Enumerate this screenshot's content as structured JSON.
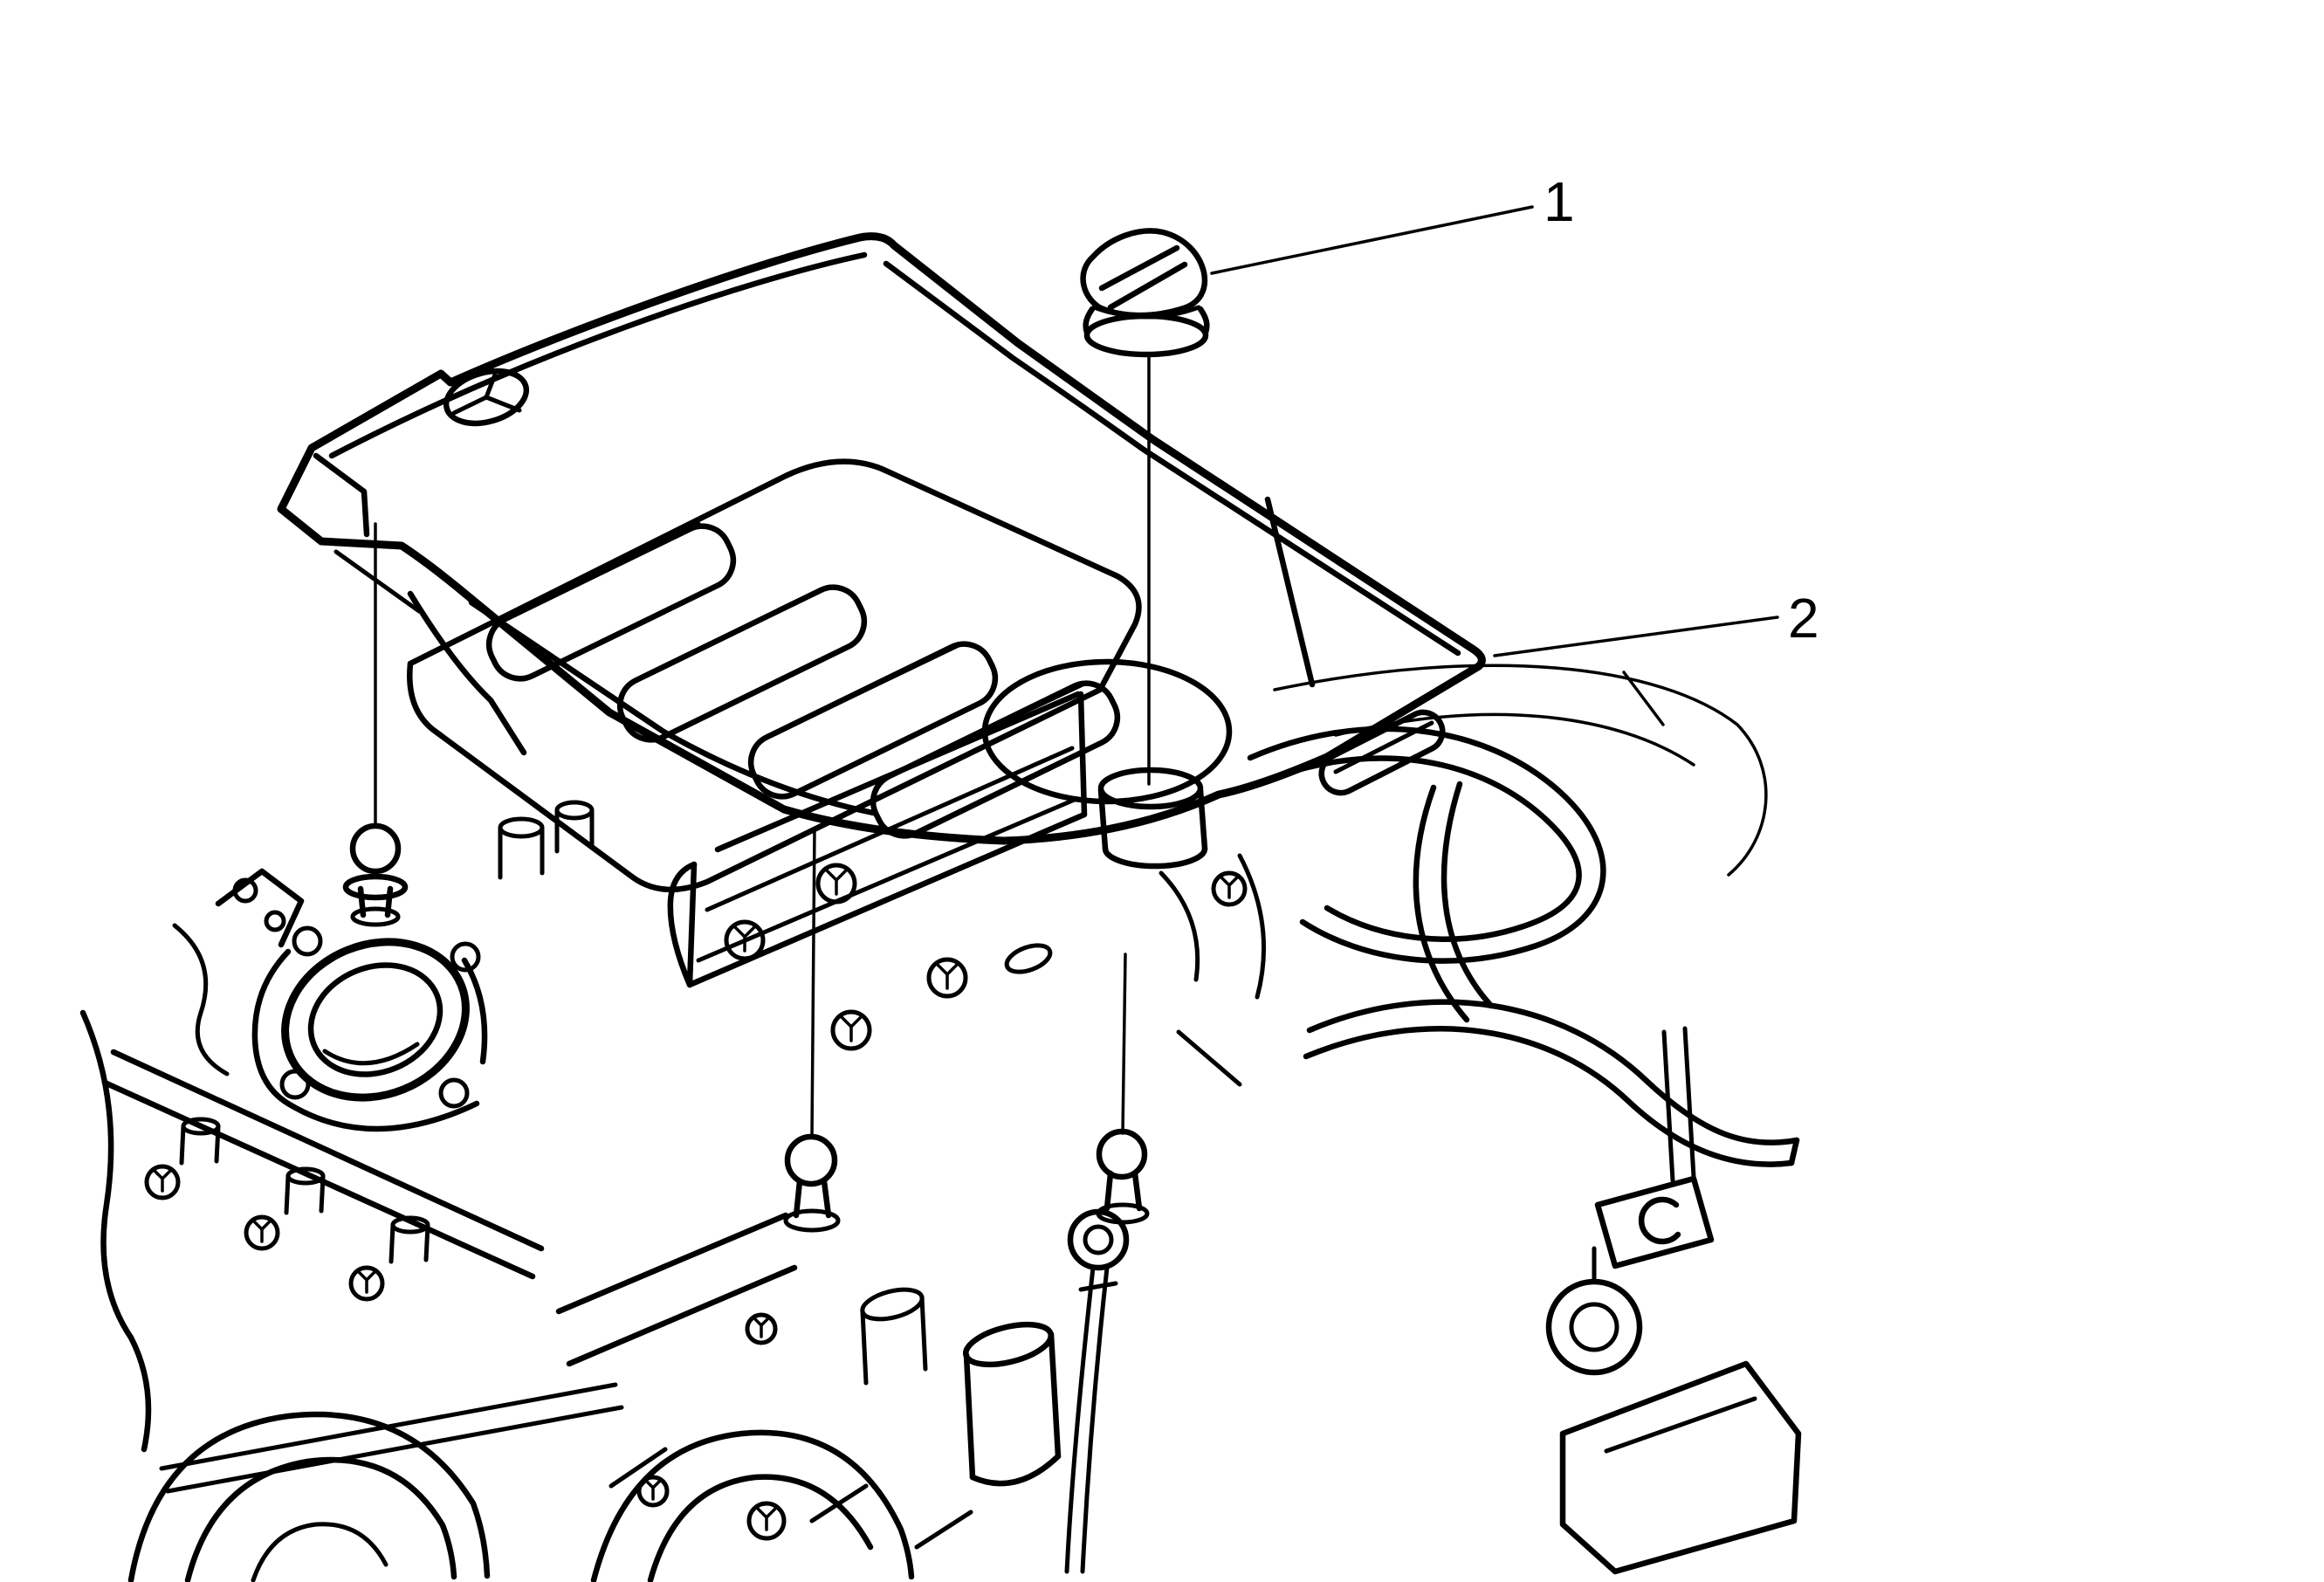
{
  "figure": {
    "background_color": "#ffffff",
    "line_color": "#000000",
    "callouts": {
      "item1": {
        "number": "1",
        "target": "oil-filler-cap"
      },
      "item2": {
        "number": "2",
        "target": "engine-cover"
      }
    }
  }
}
